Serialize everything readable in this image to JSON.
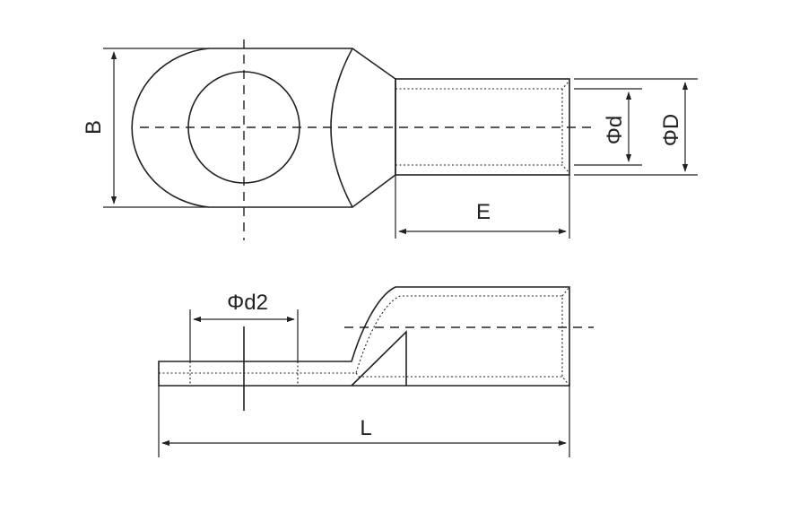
{
  "labels": {
    "B": "B",
    "E": "E",
    "phi_d": "Φd",
    "phi_D": "ΦD",
    "phi_d2": "Φd2",
    "L": "L"
  },
  "colors": {
    "line": "#222222",
    "background": "#ffffff"
  }
}
